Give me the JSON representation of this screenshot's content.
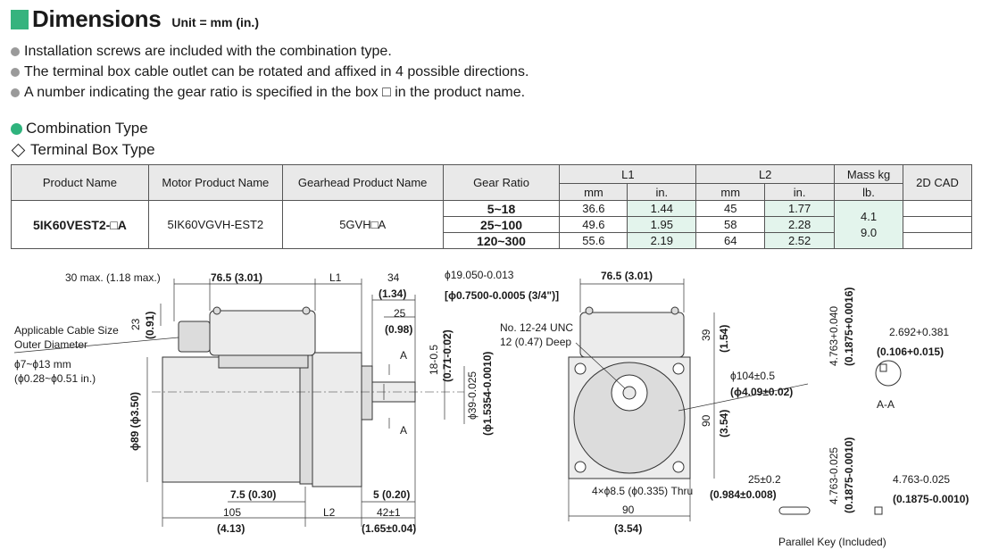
{
  "header": {
    "title": "Dimensions",
    "unit": "Unit = mm (in.)",
    "accent_color": "#36b37e"
  },
  "notes": [
    "Installation screws are included with the combination type.",
    "The terminal box cable outlet can be rotated and affixed in 4 possible directions.",
    "A number indicating the gear ratio is specified in the box □ in the product name."
  ],
  "section": {
    "combination": "Combination Type",
    "terminal": "Terminal Box Type"
  },
  "table": {
    "headers": {
      "product_name": "Product Name",
      "motor_product_name": "Motor Product Name",
      "gearhead_product_name": "Gearhead Product Name",
      "gear_ratio": "Gear Ratio",
      "l1": "L1",
      "l2": "L2",
      "mass": "Mass kg",
      "mass_unit": "lb.",
      "cad": "2D CAD",
      "mm": "mm",
      "in": "in."
    },
    "product_name": "5IK60VEST2-□A",
    "motor_product_name": "5IK60VGVH-EST2",
    "gearhead_product_name": "5GVH□A",
    "mass_kg": "4.1",
    "mass_lb": "9.0",
    "rows": [
      {
        "gear_ratio": "5~18",
        "l1_mm": "36.6",
        "l1_in": "1.44",
        "l2_mm": "45",
        "l2_in": "1.77"
      },
      {
        "gear_ratio": "25~100",
        "l1_mm": "49.6",
        "l1_in": "1.95",
        "l2_mm": "58",
        "l2_in": "2.28"
      },
      {
        "gear_ratio": "120~300",
        "l1_mm": "55.6",
        "l1_in": "2.19",
        "l2_mm": "64",
        "l2_in": "2.52"
      }
    ]
  },
  "drawing": {
    "side": {
      "dim_30": "30 max. (1.18 max.)",
      "dim_765": "76.5 (3.01)",
      "dim_L1": "L1",
      "dim_34": "34",
      "dim_34_in": "(1.34)",
      "dim_25": "25",
      "dim_25_in": "(0.98)",
      "dim_23": "23",
      "dim_23_in": "(0.91)",
      "cable_label_1": "Applicable Cable Size",
      "cable_label_2": "Outer Diameter",
      "cable_label_3": "ϕ7~ϕ13 mm",
      "cable_label_4": "(ϕ0.28~ϕ0.51 in.)",
      "dim_89": "ϕ89 (ϕ3.50)",
      "dim_75": "7.5 (0.30)",
      "dim_5": "5 (0.20)",
      "dim_105": "105",
      "dim_105_in": "(4.13)",
      "dim_L2": "L2",
      "dim_42": "42±1",
      "dim_42_in": "(1.65±0.04)",
      "dim_18": "18-0.5",
      "dim_18_in": "(0.71-0.02)",
      "dim_39": "ϕ39-0.025",
      "dim_39_in": "(ϕ1.5354-0.0010)",
      "section_a": "A",
      "shaft_1": "ϕ19.050-0.013",
      "shaft_2": "[ϕ0.7500-0.0005 (3/4\")]"
    },
    "front": {
      "dim_765": "76.5 (3.01)",
      "tap_1": "No. 12-24 UNC",
      "tap_2": "12 (0.47) Deep",
      "dim_39": "39",
      "dim_39_in": "(1.54)",
      "dim_104": "ϕ104±0.5",
      "dim_104_in": "(ϕ4.09±0.02)",
      "dim_90v": "90",
      "dim_90v_in": "(3.54)",
      "holes": "4×ϕ8.5 (ϕ0.335) Thru",
      "dim_90": "90",
      "dim_90_in": "(3.54)"
    },
    "section_aa": {
      "dim_4763": "4.763+0.040",
      "dim_4763_in": "(0.1875+0.0016)",
      "dim_2692": "2.692+0.381",
      "dim_2692_in": "(0.106+0.015)",
      "label": "A-A"
    },
    "key": {
      "dim_25": "25±0.2",
      "dim_25_in": "(0.984±0.008)",
      "dim_4763v": "4.763-0.025",
      "dim_4763v_in": "(0.1875-0.0010)",
      "dim_4763h": "4.763-0.025",
      "dim_4763h_in": "(0.1875-0.0010)",
      "label": "Parallel Key (Included)"
    }
  }
}
